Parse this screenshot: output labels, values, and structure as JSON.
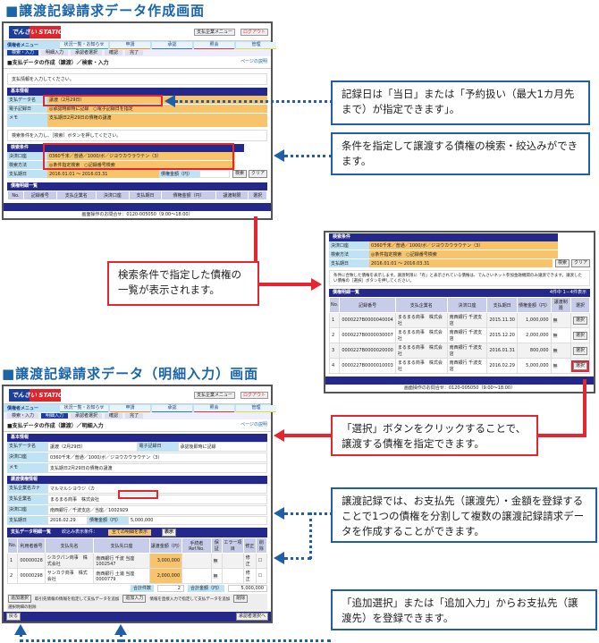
{
  "section1_title": "■譲渡記録請求データ作成画面",
  "section2_title": "■譲渡記録請求データ（明細入力）画面",
  "app": {
    "logo": "でんさい STATION",
    "menu_title": "債権者メニュー",
    "tabs": [
      "状況一覧・お知らせ",
      "申請",
      "承認",
      "照会",
      "管理"
    ],
    "top_buttons": [
      "支払企業メニュー",
      "ログアウト"
    ],
    "steps": [
      "検索・入力",
      "明細入力",
      "承認者選択",
      "確認",
      "完了"
    ],
    "page_help": "ページの説明",
    "footer": "画面操作のお問合せ：0120-005050（9:00～18:00）"
  },
  "screen1": {
    "page_title": "■支払データの作成（譲渡）／検索・入力",
    "note1": "支払情報を入力してください。",
    "basic_info": "基本情報",
    "fields": [
      {
        "label": "支払データ名",
        "value": "譲渡（2月29日）"
      },
      {
        "label": "電子記録日",
        "value": "◎承認時即時に記録　○電子記録日を指定"
      },
      {
        "label": "メモ",
        "value": "支払期日2月29日の債権の譲渡"
      }
    ],
    "note2": "検索条件を入力し、［検索］ボタンを押してください。",
    "search_title": "検索条件",
    "search_fields": [
      {
        "label": "決済口座",
        "value": "0360千末／普通／1000/ボ／ジヨウカウラウテン（3）"
      },
      {
        "label": "検索方法",
        "value": "◎条件指定検索　○記録番号検索"
      },
      {
        "label": "支払期日",
        "value": "2016.01.01 ～ 2016.03.31"
      }
    ],
    "amount_label": "債権金額（円）",
    "search_button": "検索",
    "clear_button": "クリア",
    "list_title": "債権明細一覧",
    "list_headers": [
      "No.",
      "記録番号",
      "支払企業名",
      "決済口座",
      "支払期日",
      "債権金額（円）",
      "譲渡制限",
      "選択"
    ]
  },
  "screen2": {
    "note": "条件に合致した債権を表示します。譲渡制限に「有」と表示されている債権は、でんさいネット参加金融機関のみ譲渡できます。譲渡したい債権の［選択］ボタンを押してください。",
    "rows": [
      {
        "no": "1",
        "record": "0000227B0000040004",
        "company": "まるまる商事　株式会社",
        "bank": "南西銀行 千波支店",
        "date": "2015.11.30",
        "amount": "1,000,000",
        "limit": "無",
        "select": "選択"
      },
      {
        "no": "2",
        "record": "0000227B0000030007",
        "company": "まるまる商事　株式会社",
        "bank": "南西銀行 千波支店",
        "date": "2015.12.20",
        "amount": "2,000,000",
        "limit": "無",
        "select": "選択"
      },
      {
        "no": "3",
        "record": "0000227B0000020000",
        "company": "まるまる商事　株式会社",
        "bank": "南西銀行 千波支店",
        "date": "2016.01.31",
        "amount": "800,000",
        "limit": "無",
        "select": "選択"
      },
      {
        "no": "4",
        "record": "0000227B0000010003",
        "company": "まるまる商事　株式会社",
        "bank": "南西銀行 千波支店",
        "date": "2016.02.29",
        "amount": "5,000,000",
        "limit": "無",
        "select": "選択"
      }
    ],
    "count": "4件中 1－4件表示"
  },
  "screen3": {
    "page_title": "■支払データの作成（譲渡）／明細入力",
    "basic_info": "基本情報",
    "basic_fields": [
      {
        "label": "支払データ名",
        "value": "譲渡（2月29日）"
      },
      {
        "label": "決済口座",
        "value": "0360千末／普通／1000/ボ／ジヨウカウラウテン（3）"
      },
      {
        "label": "メモ",
        "value": "支払期日2月29日の債権の譲渡"
      }
    ],
    "record_date_label": "電子記録日",
    "record_date_value": "承認後即時に記録",
    "claim_title": "譲渡債権情報",
    "claim_fields": [
      {
        "label": "支払企業名カナ",
        "value": "マルマルシヨウジ（カ"
      },
      {
        "label": "支払企業名",
        "value": "まるまる商事　株式会社"
      },
      {
        "label": "決済口座",
        "value": "南西銀行／千波支店／当座／1002929"
      },
      {
        "label": "支払期日",
        "value": "2016.02.29"
      }
    ],
    "claim_amount_label": "債権金額（円）",
    "claim_amount": "5,000,000",
    "detail_title": "支払データ明細一覧",
    "filter_label": "絞込み表示条件：",
    "filter_value": "全ての明細を表示",
    "filter_button": "表示",
    "detail_headers": [
      "No.",
      "利用者番号",
      "支払先名",
      "支払先口座",
      "譲渡金額（円）",
      "手続者Ref.No.",
      "保証",
      "エラー項目",
      "修正",
      "削除"
    ],
    "rows": [
      {
        "no": "1",
        "user_no": "00000028",
        "payee": "シカクパン商事　株式会社",
        "bank": "南西銀行 千波 当座 1002547",
        "amount": "3,000,000",
        "guarantee": "無",
        "edit": "修正"
      },
      {
        "no": "2",
        "user_no": "00000298",
        "payee": "サンカク商事　株式会社",
        "bank": "南西銀行 土浦 当座 0000779",
        "amount": "2,000,000",
        "guarantee": "無",
        "edit": "修正"
      }
    ],
    "total_count_label": "合計件数",
    "total_count": "2",
    "total_amount_label": "合計金額（円）",
    "total_amount": "5,000,000",
    "add_select": "追加選択",
    "add_select_desc": "取引先情報の情報を指定して支払データを追加",
    "add_input": "追加入力",
    "add_input_desc": "情報を直接入力で指定して支払データを追加",
    "delete_btn": "削除",
    "delete_desc": "選択明細の削除",
    "back": "戻る",
    "next": "承認者選択へ"
  },
  "callouts": {
    "c1": "記録日は「当日」または「予約扱い（最大1カ月先まで）が指定できます」。",
    "c2": "条件を指定して譲渡する債権の検索・絞込みができます。",
    "c3": "検索条件で指定した債権の一覧が表示されます。",
    "c4": "「選択」ボタンをクリックすることで、譲渡する債権を指定できます。",
    "c5": "譲渡記録では、お支払先（譲渡先）・金額を登録することで1つの債権を分割して複数の譲渡記録請求データを作成することができます。",
    "c6": "「追加選択」または「追加入力」からお支払先（譲渡先）を登録できます。"
  }
}
